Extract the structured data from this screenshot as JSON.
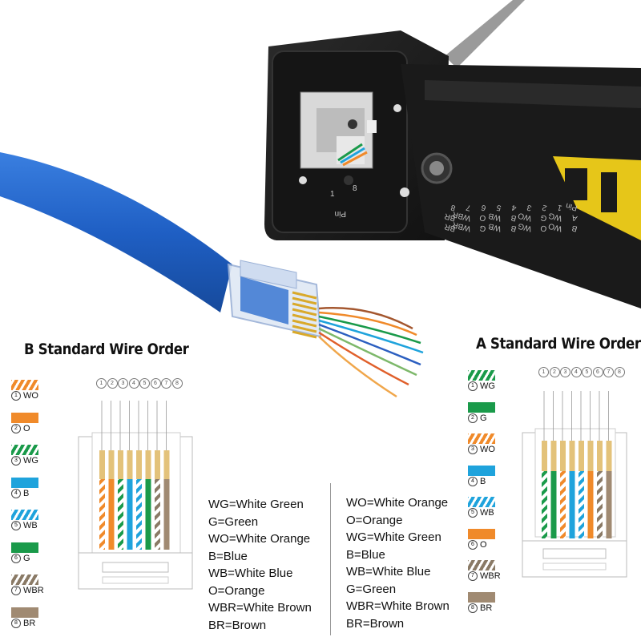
{
  "b_standard": {
    "title": "B Standard Wire Order",
    "pin_numbers": [
      "1",
      "2",
      "3",
      "4",
      "5",
      "6",
      "7",
      "8"
    ],
    "legend": [
      {
        "num": "1",
        "code": "WO",
        "color": "#f08a2a",
        "striped": true
      },
      {
        "num": "2",
        "code": "O",
        "color": "#f08a2a",
        "striped": false
      },
      {
        "num": "3",
        "code": "WG",
        "color": "#1a9a4a",
        "striped": true
      },
      {
        "num": "4",
        "code": "B",
        "color": "#1fa3dc",
        "striped": false
      },
      {
        "num": "5",
        "code": "WB",
        "color": "#1fa3dc",
        "striped": true
      },
      {
        "num": "6",
        "code": "G",
        "color": "#1a9a4a",
        "striped": false
      },
      {
        "num": "7",
        "code": "WBR",
        "color": "#8a7a66",
        "striped": true
      },
      {
        "num": "8",
        "code": "BR",
        "color": "#a08a72",
        "striped": false
      }
    ],
    "definitions": [
      "WG=White Green",
      "G=Green",
      "WO=White Orange",
      "B=Blue",
      "WB=White Blue",
      "O=Orange",
      "WBR=White Brown",
      "BR=Brown"
    ]
  },
  "a_standard": {
    "title": "A Standard Wire Order",
    "pin_numbers": [
      "1",
      "2",
      "3",
      "4",
      "5",
      "6",
      "7",
      "8"
    ],
    "legend": [
      {
        "num": "1",
        "code": "WG",
        "color": "#1a9a4a",
        "striped": true
      },
      {
        "num": "2",
        "code": "G",
        "color": "#1a9a4a",
        "striped": false
      },
      {
        "num": "3",
        "code": "WO",
        "color": "#f08a2a",
        "striped": true
      },
      {
        "num": "4",
        "code": "B",
        "color": "#1fa3dc",
        "striped": false
      },
      {
        "num": "5",
        "code": "WB",
        "color": "#1fa3dc",
        "striped": true
      },
      {
        "num": "6",
        "code": "O",
        "color": "#f08a2a",
        "striped": false
      },
      {
        "num": "7",
        "code": "WBR",
        "color": "#8a7a66",
        "striped": true
      },
      {
        "num": "8",
        "code": "BR",
        "color": "#a08a72",
        "striped": false
      }
    ],
    "definitions": [
      "WO=White Orange",
      "O=Orange",
      "WG=White Green",
      "B=Blue",
      "WB=White Blue",
      "G=Green",
      "WBR=White Brown",
      "BR=Brown"
    ]
  },
  "tool": {
    "pin_label": "Pin",
    "pin_index_left": "1",
    "pin_index_right": "8",
    "handle_row_pin": [
      "Pin",
      "1",
      "2",
      "3",
      "4",
      "5",
      "6",
      "7",
      "8"
    ],
    "handle_row_a": [
      "A",
      "WG",
      "G",
      "WO",
      "B",
      "WB",
      "O",
      "WBR",
      "BR"
    ],
    "handle_row_b": [
      "B",
      "WO",
      "O",
      "WG",
      "B",
      "WB",
      "G",
      "WBR",
      "BR"
    ]
  },
  "colors": {
    "cable": "#1f5fc4",
    "tool_body": "#1c1c1c",
    "tool_yellow": "#e6c619",
    "orange": "#f08a2a",
    "green": "#1a9a4a",
    "blue": "#1fa3dc",
    "brown": "#a08a72"
  }
}
